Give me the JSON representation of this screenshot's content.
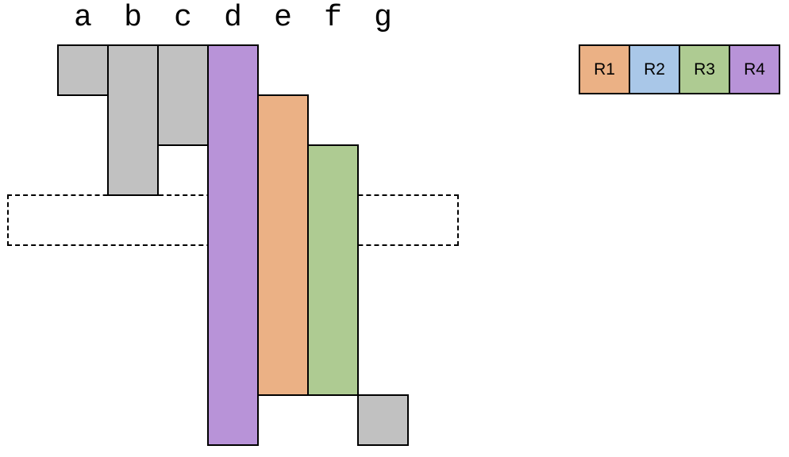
{
  "palette": {
    "gray": "#C1C1C1",
    "orange": "#EBB185",
    "blue": "#A9C7E8",
    "green": "#AECB92",
    "purple": "#B893D8",
    "outline": "#000000"
  },
  "chart_data": {
    "type": "interval-diagram",
    "columns": [
      "a",
      "b",
      "c",
      "d",
      "e",
      "f",
      "g"
    ],
    "rows_total": 8,
    "bars": [
      {
        "column": "a",
        "color": "gray",
        "register": null,
        "row_start": 0,
        "row_end": 1
      },
      {
        "column": "b",
        "color": "gray",
        "register": null,
        "row_start": 0,
        "row_end": 3
      },
      {
        "column": "c",
        "color": "gray",
        "register": null,
        "row_start": 0,
        "row_end": 2
      },
      {
        "column": "d",
        "color": "purple",
        "register": "R4",
        "row_start": 0,
        "row_end": 8
      },
      {
        "column": "e",
        "color": "orange",
        "register": "R1",
        "row_start": 1,
        "row_end": 7
      },
      {
        "column": "f",
        "color": "green",
        "register": "R3",
        "row_start": 2,
        "row_end": 7
      },
      {
        "column": "g",
        "color": "gray",
        "register": null,
        "row_start": 7,
        "row_end": 8
      }
    ],
    "dashed_window": {
      "col_start": -1,
      "col_end": 8,
      "row_start": 3,
      "row_end": 4
    }
  },
  "legend": {
    "items": [
      {
        "label": "R1",
        "color": "orange"
      },
      {
        "label": "R2",
        "color": "blue"
      },
      {
        "label": "R3",
        "color": "green"
      },
      {
        "label": "R4",
        "color": "purple"
      }
    ]
  }
}
